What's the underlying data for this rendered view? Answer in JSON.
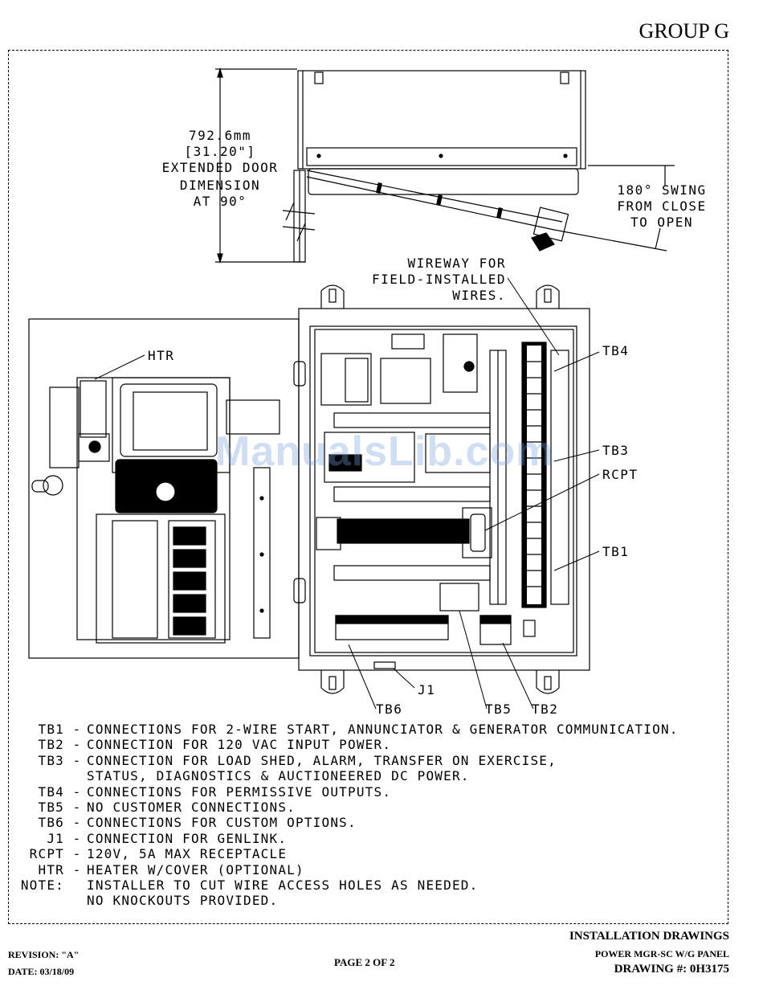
{
  "header": {
    "group": "GROUP G"
  },
  "top_view": {
    "dimension_lines": [
      "792.6mm",
      "[31.20\"]",
      "EXTENDED DOOR",
      "DIMENSION",
      "AT 90°"
    ],
    "swing_lines": [
      "180° SWING",
      "FROM CLOSE",
      "TO OPEN"
    ]
  },
  "callouts": {
    "wireway": [
      "WIREWAY FOR",
      "FIELD-INSTALLED",
      "WIRES."
    ],
    "htr": "HTR",
    "tb4": "TB4",
    "tb3": "TB3",
    "rcpt": "RCPT",
    "tb1": "TB1",
    "j1": "J1",
    "tb6": "TB6",
    "tb5": "TB5",
    "tb2": "TB2"
  },
  "watermark": "ManualsLib.com",
  "notes": [
    {
      "key": "TB1",
      "text": "CONNECTIONS FOR 2-WIRE START, ANNUNCIATOR & GENERATOR COMMUNICATION."
    },
    {
      "key": "TB2",
      "text": "CONNECTION FOR 120 VAC INPUT POWER."
    },
    {
      "key": "TB3",
      "text": "CONNECTION FOR LOAD SHED, ALARM, TRANSFER ON EXERCISE,",
      "cont": "STATUS, DIAGNOSTICS & AUCTIONEERED DC POWER."
    },
    {
      "key": "TB4",
      "text": "CONNECTIONS FOR PERMISSIVE OUTPUTS."
    },
    {
      "key": "TB5",
      "text": "NO CUSTOMER CONNECTIONS."
    },
    {
      "key": "TB6",
      "text": "CONNECTIONS FOR CUSTOM OPTIONS."
    },
    {
      "key": "J1",
      "text": "CONNECTION FOR GENLINK."
    },
    {
      "key": "RCPT",
      "text": "120V, 5A MAX RECEPTACLE"
    },
    {
      "key": "HTR",
      "text": "HEATER W/COVER (OPTIONAL)"
    },
    {
      "key": "NOTE:",
      "text": "INSTALLER TO CUT WIRE ACCESS HOLES AS NEEDED.",
      "cont": "NO KNOCKOUTS PROVIDED.",
      "nodash": true
    }
  ],
  "footer": {
    "revision": "REVISION: \"A\"",
    "date": "DATE: 03/18/09",
    "page": "PAGE 2 OF 2",
    "title": "INSTALLATION DRAWINGS",
    "subtitle": "POWER MGR-SC W/G PANEL",
    "drawing": "DRAWING #: 0H3175"
  }
}
